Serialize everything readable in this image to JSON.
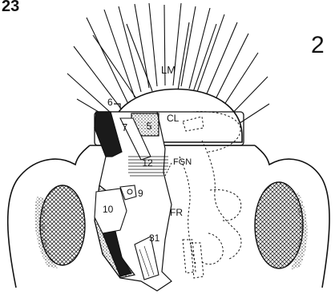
{
  "figure": {
    "corner_number_left": "23",
    "corner_number_right": "2",
    "labels": {
      "labrum": "LM",
      "clypeus": "CL",
      "frontogenal": "FGN",
      "frons": "FR",
      "m6": "6",
      "m5": "5",
      "m7": "7",
      "m12": "12",
      "m9": "9",
      "m10": "10",
      "m31": "31"
    },
    "colors": {
      "ink": "#111111",
      "paper": "#ffffff"
    }
  }
}
